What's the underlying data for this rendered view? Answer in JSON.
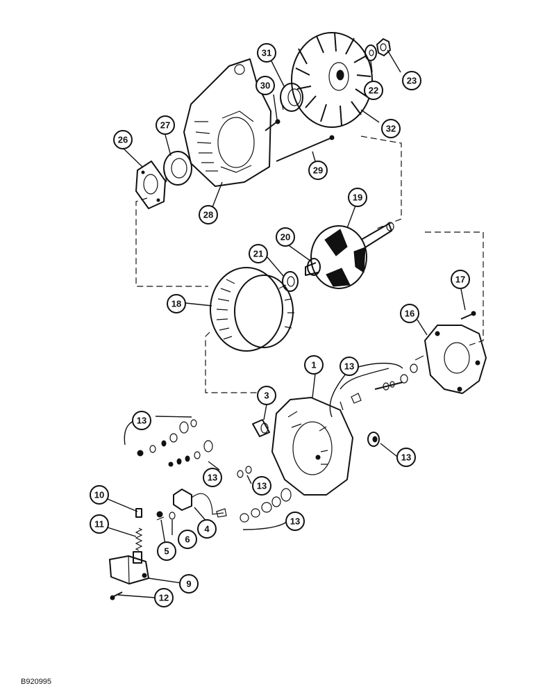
{
  "reference_code": "B920995",
  "callouts": [
    {
      "id": "c31",
      "label": "31"
    },
    {
      "id": "c23",
      "label": "23"
    },
    {
      "id": "c22",
      "label": "22"
    },
    {
      "id": "c30",
      "label": "30"
    },
    {
      "id": "c32",
      "label": "32"
    },
    {
      "id": "c27",
      "label": "27"
    },
    {
      "id": "c26",
      "label": "26"
    },
    {
      "id": "c29",
      "label": "29"
    },
    {
      "id": "c28",
      "label": "28"
    },
    {
      "id": "c19",
      "label": "19"
    },
    {
      "id": "c20",
      "label": "20"
    },
    {
      "id": "c21",
      "label": "21"
    },
    {
      "id": "c17",
      "label": "17"
    },
    {
      "id": "c18",
      "label": "18"
    },
    {
      "id": "c16",
      "label": "16"
    },
    {
      "id": "c1",
      "label": "1"
    },
    {
      "id": "c13a",
      "label": "13"
    },
    {
      "id": "c3",
      "label": "3"
    },
    {
      "id": "c13b",
      "label": "13"
    },
    {
      "id": "c13c",
      "label": "13"
    },
    {
      "id": "c13d",
      "label": "13"
    },
    {
      "id": "c13e",
      "label": "13"
    },
    {
      "id": "c10",
      "label": "10"
    },
    {
      "id": "c4",
      "label": "4"
    },
    {
      "id": "c13f",
      "label": "13"
    },
    {
      "id": "c11",
      "label": "11"
    },
    {
      "id": "c6",
      "label": "6"
    },
    {
      "id": "c5",
      "label": "5"
    },
    {
      "id": "c9",
      "label": "9"
    },
    {
      "id": "c12",
      "label": "12"
    }
  ]
}
